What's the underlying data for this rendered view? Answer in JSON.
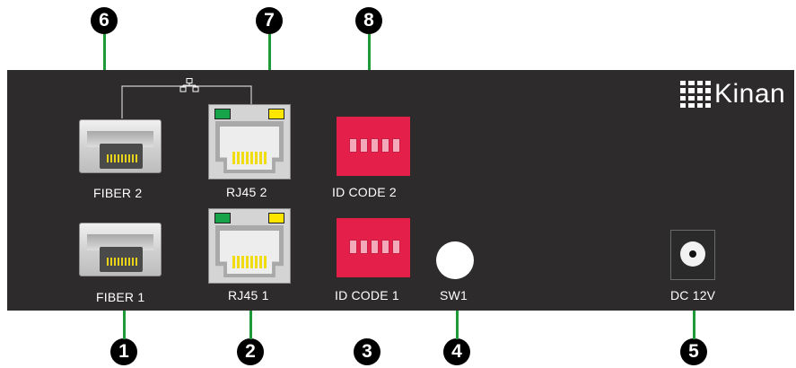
{
  "brand": {
    "logo_text": "Kinan"
  },
  "ports": {
    "fiber2": "FIBER 2",
    "fiber1": "FIBER 1",
    "rj45_2": "RJ45 2",
    "rj45_1": "RJ45 1",
    "id_code2": "ID CODE 2",
    "id_code1": "ID CODE 1",
    "sw1": "SW1",
    "dc": "DC 12V"
  },
  "callouts": {
    "c1": "1",
    "c2": "2",
    "c3": "3",
    "c4": "4",
    "c5": "5",
    "c6": "6",
    "c7": "7",
    "c8": "8"
  },
  "colors": {
    "panel": "#2d2b2b",
    "leader": "#1f9a3a",
    "dip_switch": "#e4204a",
    "led_green": "#16a34a",
    "led_yellow": "#ffe600"
  },
  "icons": {
    "network_link": "network-icon"
  }
}
